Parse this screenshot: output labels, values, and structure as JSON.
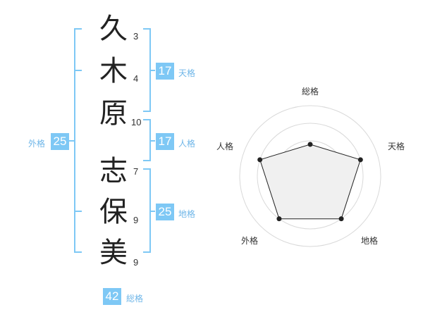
{
  "name": {
    "characters": [
      {
        "char": "久",
        "strokes": "3"
      },
      {
        "char": "木",
        "strokes": "4"
      },
      {
        "char": "原",
        "strokes": "10"
      },
      {
        "char": "志",
        "strokes": "7"
      },
      {
        "char": "保",
        "strokes": "9"
      },
      {
        "char": "美",
        "strokes": "9"
      }
    ]
  },
  "fortune": {
    "tenkaku": {
      "value": "17",
      "label": "天格"
    },
    "jinkaku": {
      "value": "17",
      "label": "人格"
    },
    "chikaku": {
      "value": "25",
      "label": "地格"
    },
    "gaikaku": {
      "value": "25",
      "label": "外格"
    },
    "soukaku": {
      "value": "42",
      "label": "総格"
    }
  },
  "radar": {
    "labels": [
      "総格",
      "天格",
      "地格",
      "外格",
      "人格"
    ],
    "levels": [
      0.45,
      0.75,
      0.75,
      0.75,
      0.75
    ],
    "line_color": "#7ec8f5",
    "polygon_fill": "#f0f0f0"
  }
}
